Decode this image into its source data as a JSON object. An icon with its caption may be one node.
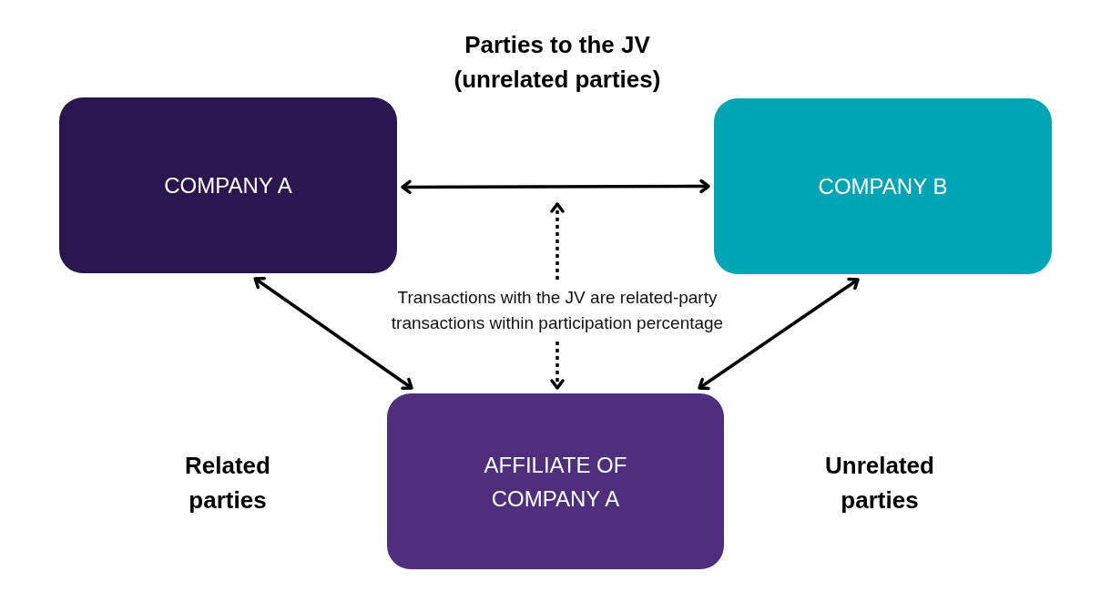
{
  "diagram": {
    "nodes": [
      {
        "text": [
          "COMPANY A"
        ]
      },
      {
        "text": [
          "COMPANY B"
        ]
      },
      {
        "text": [
          "Transactions with the JV are related-party transactions within participation percentage"
        ]
      },
      {
        "text": [
          "AFFILIATE OF COMPANY A"
        ]
      }
    ],
    "edges": [
      {
        "from": 0,
        "to": 1,
        "arrow": "both"
      },
      {
        "from": 2,
        "to": null,
        "arrow": "to",
        "style": "dashed"
      },
      {
        "from": 2,
        "to": 3,
        "arrow": "to",
        "style": "dashed"
      },
      {
        "from": 0,
        "to": 3,
        "arrow": "both"
      },
      {
        "from": 1,
        "to": 3,
        "arrow": "both"
      }
    ],
    "labels": [
      "Parties to the JV (unrelated parties)",
      "Related parties",
      "Unrelated parties"
    ]
  }
}
